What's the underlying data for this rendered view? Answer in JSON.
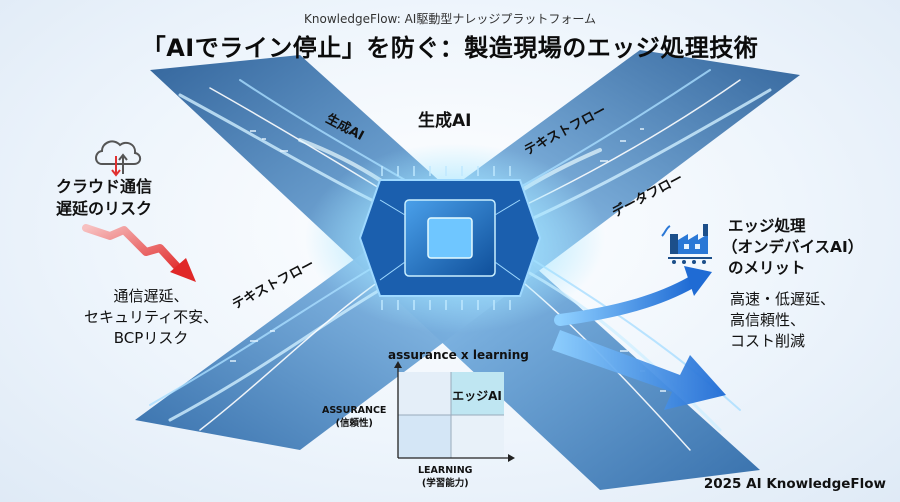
{
  "header": {
    "subtitle": "KnowledgeFlow: AI駆動型ナレッジプラットフォーム",
    "title": "「AIでライン停止」を防ぐ：製造現場のエッジ処理技術"
  },
  "flow_labels": {
    "center_top": "生成AI",
    "upper_left": "生成AI",
    "upper_right": "テキストフロー",
    "right_mid": "データフロー",
    "lower_left": "テキストフロー"
  },
  "left_panel": {
    "title_line1": "クラウド通信",
    "title_line2": "遅延のリスク",
    "items": [
      "通信遅延、",
      "セキュリティ不安、",
      "BCPリスク"
    ],
    "icons": {
      "cloud": "cloud-sync-icon",
      "trend": "down-trend-arrow-icon"
    },
    "colors": {
      "trend": "#e03030"
    }
  },
  "right_panel": {
    "title_line1": "エッジ処理",
    "title_line2": "（オンデバイスAI）",
    "title_line3": "のメリット",
    "items": [
      "高速・低遅延、",
      "高信頼性、",
      "コスト削減"
    ],
    "icons": {
      "factory": "factory-icon",
      "arrow": "up-curve-arrow-icon"
    }
  },
  "matrix": {
    "title": "assurance x learning",
    "y_axis_line1": "ASSURANCE",
    "y_axis_line2": "(信頼性)",
    "x_axis_line1": "LEARNING",
    "x_axis_line2": "(学習能力)",
    "highlight_cell": "エッジAI"
  },
  "footer": {
    "copyright": "2025 AI KnowledgeFlow"
  },
  "colors": {
    "accent": "#2a78d6",
    "deep": "#0d3b78",
    "highlight": "#bfe6f2"
  }
}
